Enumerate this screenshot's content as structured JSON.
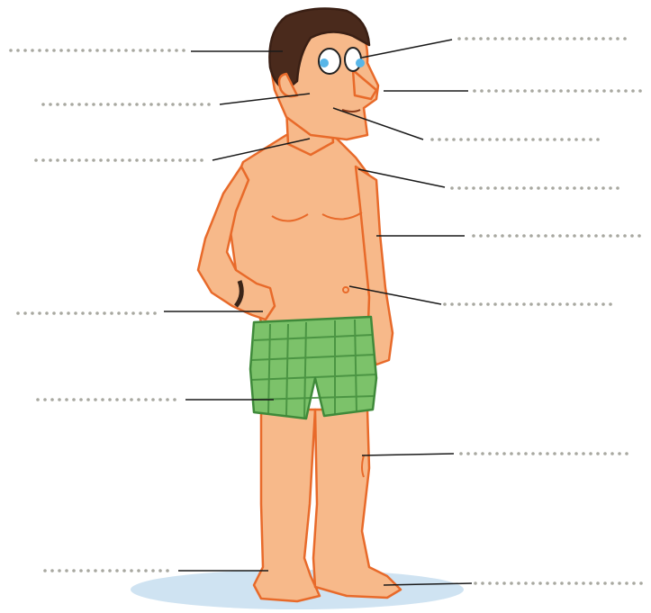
{
  "figure": {
    "subject": "man-body-parts",
    "colors": {
      "skin": "#f7b98a",
      "skin_outline": "#e86a2a",
      "hair": "#4a2a1c",
      "eye": "#58b6e8",
      "shorts": "#7cc26a",
      "shorts_check": "#3f8a3a",
      "leader_line": "#1a1a1a",
      "blank_dots": "#a8a8a0",
      "floor": "#cfe3f2"
    }
  },
  "labels": [
    {
      "id": "hair",
      "side": "left",
      "text": ""
    },
    {
      "id": "ear",
      "side": "left",
      "text": ""
    },
    {
      "id": "neck",
      "side": "left",
      "text": ""
    },
    {
      "id": "hand",
      "side": "left",
      "text": ""
    },
    {
      "id": "leg",
      "side": "left",
      "text": ""
    },
    {
      "id": "ankle",
      "side": "left",
      "text": ""
    },
    {
      "id": "eye",
      "side": "right",
      "text": ""
    },
    {
      "id": "nose",
      "side": "right",
      "text": ""
    },
    {
      "id": "chin",
      "side": "right",
      "text": ""
    },
    {
      "id": "shoulder",
      "side": "right",
      "text": ""
    },
    {
      "id": "arm",
      "side": "right",
      "text": ""
    },
    {
      "id": "stomach",
      "side": "right",
      "text": ""
    },
    {
      "id": "knee",
      "side": "right",
      "text": ""
    },
    {
      "id": "toes",
      "side": "right",
      "text": ""
    }
  ]
}
